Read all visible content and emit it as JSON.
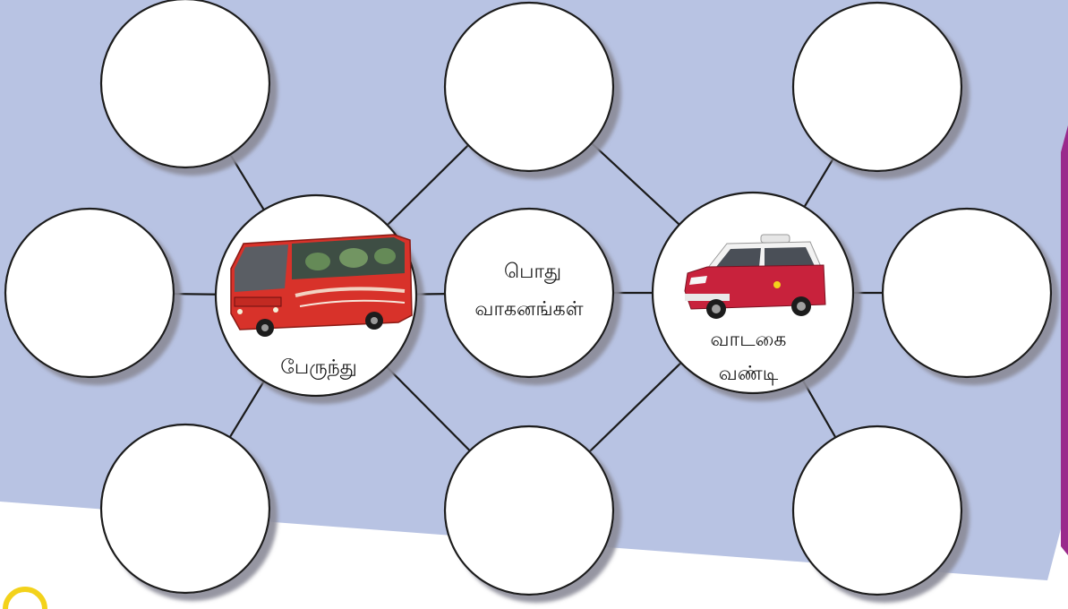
{
  "colors": {
    "background_panel": "#b8c3e3",
    "side_tab": "#9a2a8c",
    "marker": "#f3d21b",
    "line": "#1a1a1a",
    "node_fill": "#ffffff",
    "node_shadow": "#8a8a98"
  },
  "diagram": {
    "center": {
      "line1": "பொது",
      "line2": "வாகனங்கள்"
    },
    "bus": {
      "label": "பேருந்து",
      "icon": "bus-image"
    },
    "taxi": {
      "label_line1": "வாடகை",
      "label_line2": "வண்டி",
      "icon": "taxi-image"
    },
    "blank_nodes": [
      "top-left",
      "top-center",
      "top-right",
      "left",
      "right",
      "bottom-left",
      "bottom-center",
      "bottom-right"
    ]
  }
}
